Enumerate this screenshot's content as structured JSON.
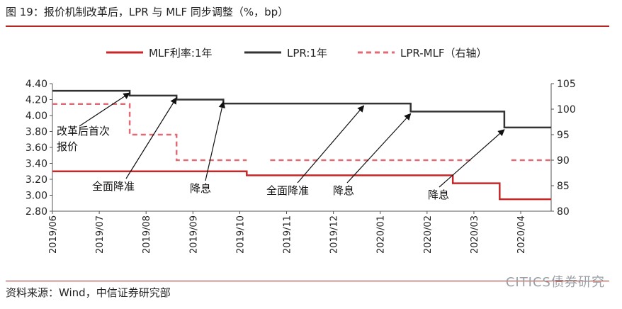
{
  "title": "图 19：报价机制改革后，LPR 与 MLF 同步调整（%，bp）",
  "source": "资料来源：Wind，中信证券研究部",
  "watermark": "CITICS债券研究",
  "colors": {
    "mlf": "#c62828",
    "lpr": "#333333",
    "spread": "#e06b75",
    "accent": "#b5271e"
  },
  "chart_data": {
    "type": "line",
    "x_ticks": [
      "2019/06",
      "2019/07",
      "2019/08",
      "2019/09",
      "2019/10",
      "2019/11",
      "2019/12",
      "2020/01",
      "2020/02",
      "2020/03",
      "2020/04"
    ],
    "y_left": {
      "ticks": [
        "2.80",
        "3.00",
        "3.20",
        "3.40",
        "3.60",
        "3.80",
        "4.00",
        "4.20",
        "4.40"
      ],
      "range": [
        2.8,
        4.4
      ]
    },
    "y_right": {
      "ticks": [
        "80",
        "85",
        "90",
        "95",
        "100",
        "105"
      ],
      "range": [
        80,
        105
      ]
    },
    "x_range": [
      0,
      10.65
    ],
    "series": [
      {
        "name": "MLF利率:1年",
        "style": "solid",
        "axis": "left",
        "points": [
          [
            0,
            3.3
          ],
          [
            4.15,
            3.3
          ],
          [
            4.15,
            3.25
          ],
          [
            8.55,
            3.25
          ],
          [
            8.55,
            3.15
          ],
          [
            9.55,
            3.15
          ],
          [
            9.55,
            2.95
          ],
          [
            10.65,
            2.95
          ]
        ]
      },
      {
        "name": "LPR:1年",
        "style": "solid",
        "axis": "left",
        "points": [
          [
            0,
            4.31
          ],
          [
            1.65,
            4.31
          ],
          [
            1.65,
            4.25
          ],
          [
            2.65,
            4.25
          ],
          [
            2.65,
            4.2
          ],
          [
            3.65,
            4.2
          ],
          [
            3.65,
            4.15
          ],
          [
            7.65,
            4.15
          ],
          [
            7.65,
            4.05
          ],
          [
            9.65,
            4.05
          ],
          [
            9.65,
            3.85
          ],
          [
            10.65,
            3.85
          ]
        ]
      },
      {
        "name": "LPR-MLF（右轴）",
        "style": "dashed",
        "axis": "right",
        "segments": [
          [
            [
              0,
              101
            ],
            [
              1.65,
              101
            ],
            [
              1.65,
              95
            ],
            [
              2.65,
              95
            ],
            [
              2.65,
              90
            ],
            [
              4.15,
              90
            ]
          ],
          [
            [
              4.65,
              90
            ],
            [
              9.0,
              90
            ]
          ],
          [
            [
              9.8,
              90
            ],
            [
              10.65,
              90
            ]
          ]
        ]
      }
    ],
    "annotations": [
      {
        "lines": [
          "改革后首次",
          "报价"
        ],
        "target": [
          1.65,
          4.31
        ]
      },
      {
        "lines": [
          "全面降准"
        ],
        "target": [
          2.65,
          4.25
        ]
      },
      {
        "lines": [
          "降息"
        ],
        "target": [
          3.65,
          4.2
        ]
      },
      {
        "lines": [
          "全面降准"
        ],
        "target": [
          6.65,
          4.15
        ]
      },
      {
        "lines": [
          "降息"
        ],
        "target": [
          7.65,
          4.05
        ]
      },
      {
        "lines": [
          "降息"
        ],
        "target": [
          9.65,
          3.85
        ]
      }
    ]
  }
}
